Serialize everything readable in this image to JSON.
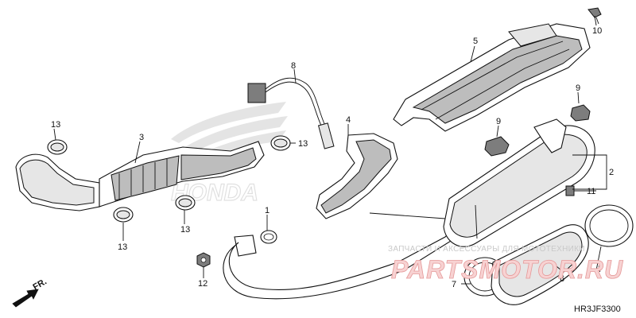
{
  "diagram": {
    "code": "HR3JF3300",
    "direction_label": "FR.",
    "callouts": {
      "c1": "1",
      "c2": "2",
      "c3": "3",
      "c4": "4",
      "c5": "5",
      "c6": "6",
      "c7a": "7",
      "c7b": "7",
      "c8": "8",
      "c9a": "9",
      "c9b": "9",
      "c10": "10",
      "c11": "11",
      "c12": "12",
      "c13a": "13",
      "c13b": "13",
      "c13c": "13",
      "c13d": "13"
    },
    "background_logo": "HONDA",
    "watermark": {
      "line1": "ЗАПЧАСТИ И АКСЕССУАРЫ ДЛЯ МОТОТЕХНИКИ",
      "line2": "PARTSMOTOR.RU"
    }
  }
}
